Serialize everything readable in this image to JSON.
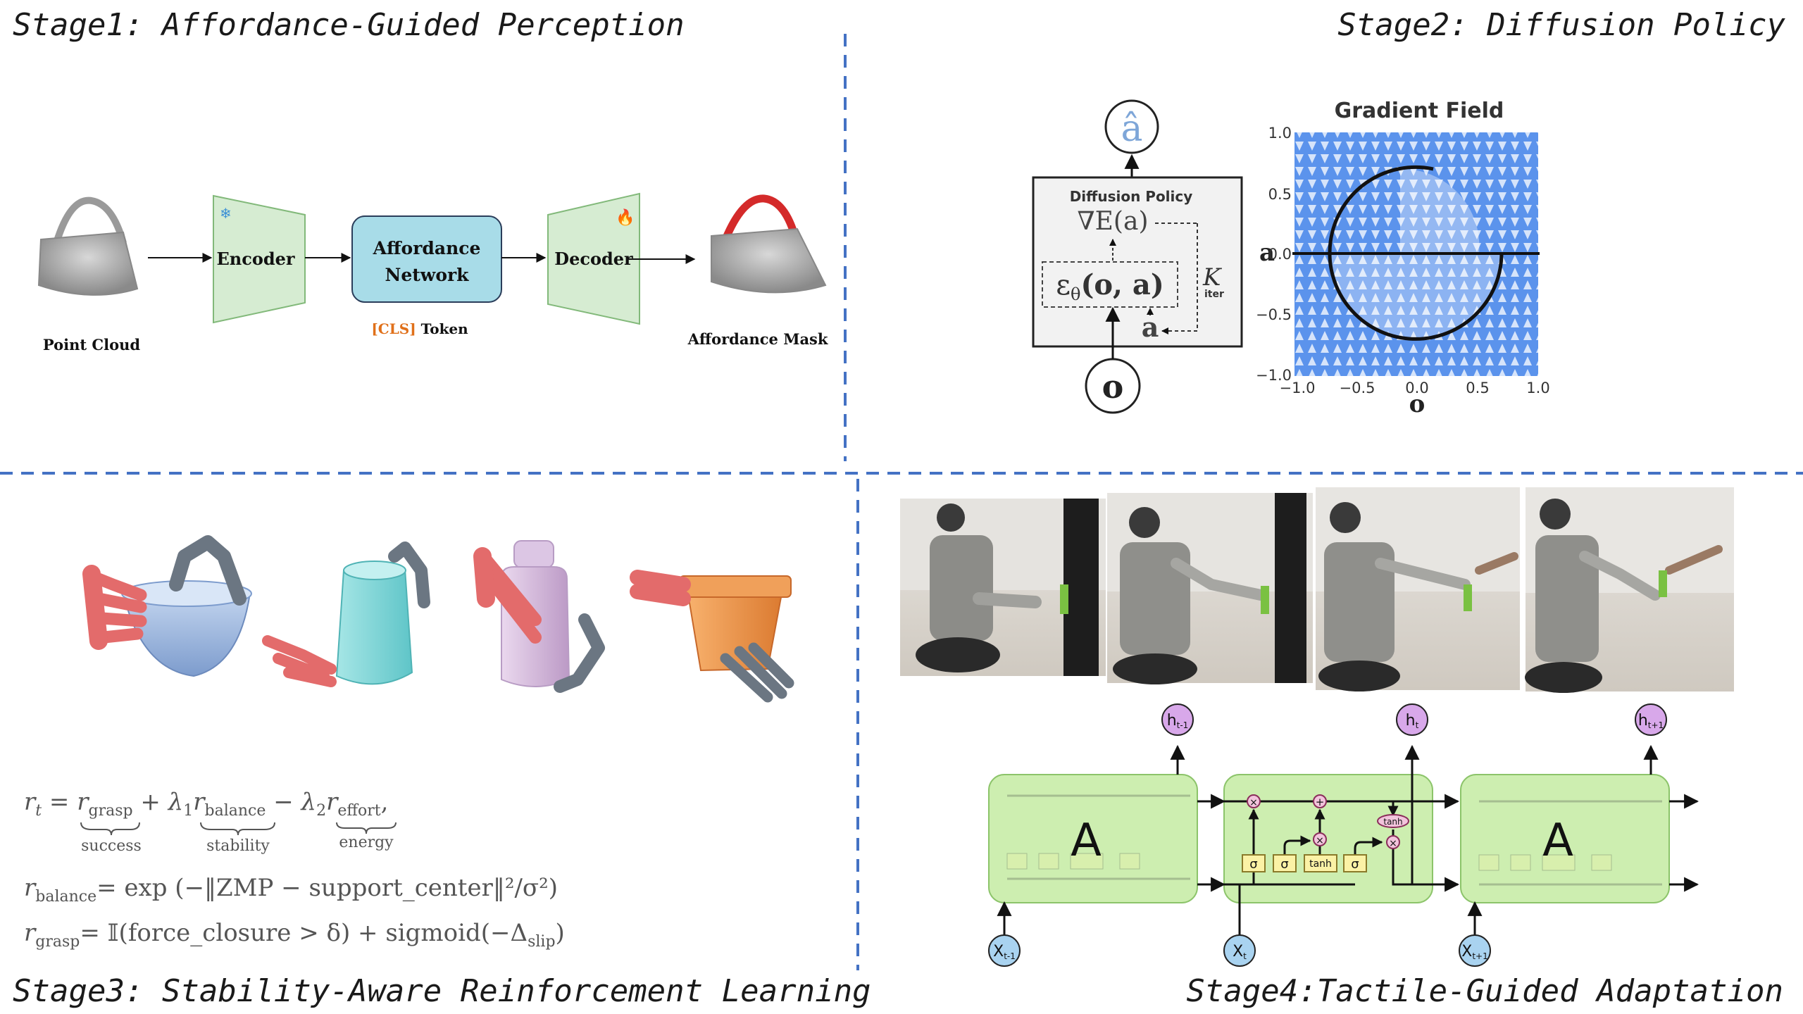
{
  "stages": {
    "s1": "Stage1: Affordance-Guided Perception",
    "s2": "Stage2: Diffusion Policy",
    "s3": "Stage3: Stability-Aware Reinforcement Learning",
    "s4": "Stage4:Tactile-Guided Adaptation"
  },
  "perception": {
    "point_cloud": "Point Cloud",
    "encoder": "Encoder",
    "affordance_l1": "Affordance",
    "affordance_l2": "Network",
    "cls": "[CLS]",
    "token": " Token",
    "decoder": "Decoder",
    "mask": "Affordance Mask"
  },
  "diffusion": {
    "a_hat": "â",
    "box_title": "Diffusion Policy",
    "grad_e": "∇E(a)",
    "eps": "ε",
    "eps_sub": "θ",
    "eps_args": "(o, a)",
    "k": "K",
    "iter": "iter",
    "a": "a",
    "o": "o",
    "gf_title": "Gradient Field",
    "y_axis_label": "a",
    "x_axis_label": "o",
    "y_ticks": [
      "1.0",
      "0.5",
      "0.0",
      "−0.5",
      "−1.0"
    ],
    "x_ticks": [
      "−1.0",
      "−0.5",
      "0.0",
      "0.5",
      "1.0"
    ]
  },
  "rl": {
    "eq1_lhs": "r",
    "eq1_lhs_sub": "t",
    "eq1_grasp": "grasp",
    "eq1_balance": "balance",
    "eq1_effort": "effort",
    "eq1_l1": "λ",
    "eq1_l1_sub": "1",
    "eq1_l2": "λ",
    "eq1_l2_sub": "2",
    "success": "success",
    "stability": "stability",
    "energy": "energy",
    "eq2_lhs_sub": "balance",
    "eq2_rhs": "= exp (−‖ZMP − support_center‖²/σ²)",
    "eq3_lhs_sub": "grasp",
    "eq3_rhs": "= 𝕀(force_closure > δ) + sigmoid(−Δ",
    "eq3_slip": "slip",
    "eq3_close": ")"
  },
  "lstm": {
    "cell_label": "A",
    "h_prev": "h",
    "h_prev_sub": "t-1",
    "h_cur": "h",
    "h_cur_sub": "t",
    "h_next": "h",
    "h_next_sub": "t+1",
    "x_prev": "X",
    "x_prev_sub": "t-1",
    "x_cur": "X",
    "x_cur_sub": "t",
    "x_next": "X",
    "x_next_sub": "t+1",
    "sigma": "σ",
    "tanh": "tanh",
    "times": "×",
    "plus": "+"
  },
  "colors": {
    "divider": "#4472c4",
    "encoder_fill": "#d6ecd2",
    "encoder_stroke": "#82b97a",
    "network_fill": "#a8dce8",
    "cls_text": "#e0701a",
    "lstm_cell": "#cdeeb0",
    "lstm_cell_stroke": "#8cc46a",
    "h_node": "#d8a8ea",
    "x_node": "#a9d3f0",
    "gate_fill": "#fbf2a6",
    "field_blue": "#4a86e8"
  }
}
